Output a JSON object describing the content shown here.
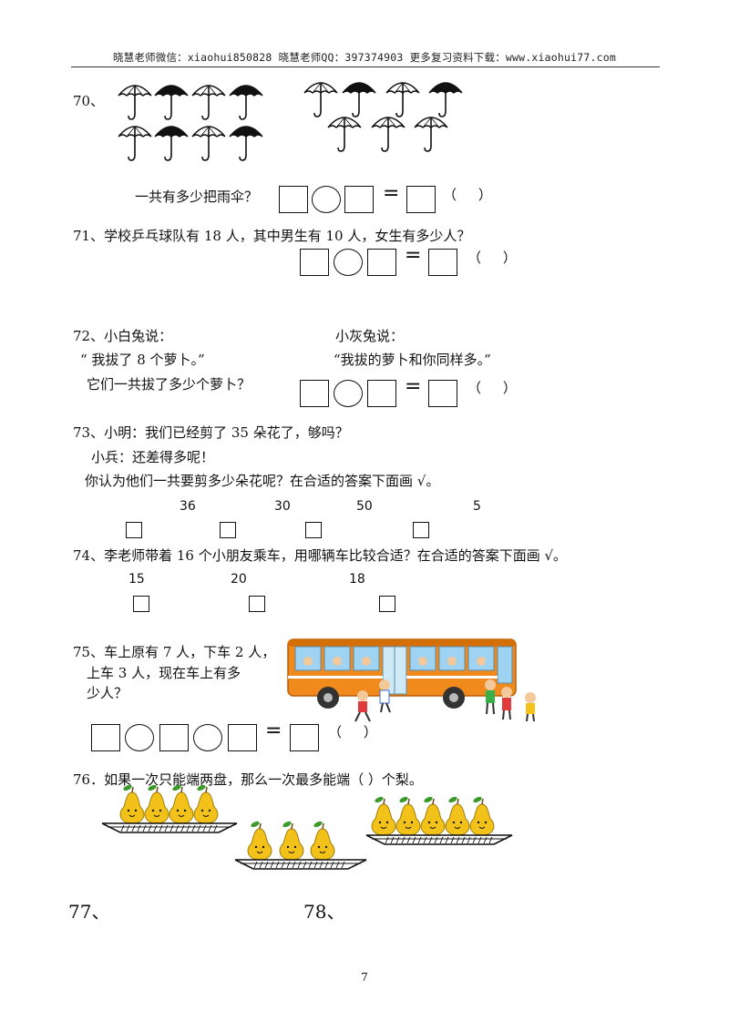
{
  "header": {
    "text": "晓慧老师微信：xiaohui850828 晓慧老师QQ：397374903 更多复习资料下载：www.xiaohui77.com"
  },
  "q70": {
    "number": "70、",
    "question": "一共有多少把雨伞？",
    "answer_paren": "（     ）"
  },
  "q71": {
    "text": "71、学校乒乓球队有 18 人，其中男生有 10 人，女生有多少人？",
    "answer_paren": "（     ）"
  },
  "q72": {
    "left_speaker": "72、小白兔说：",
    "left_quote": "“ 我拔了 8 个萝卜。”",
    "right_speaker": "小灰兔说：",
    "right_quote": "“我拔的萝卜和你同样多。”",
    "question": "它们一共拔了多少个萝卜？",
    "answer_paren": "（     ）"
  },
  "q73": {
    "line1": "73、小明：我们已经剪了 35 朵花了，够吗？",
    "line2": "小兵：还差得多呢！",
    "line3": "你认为他们一共要剪多少朵花呢？在合适的答案下面画 √。",
    "options": [
      "36",
      "30",
      "50",
      "5"
    ]
  },
  "q74": {
    "text": "74、李老师带着 16 个小朋友乘车，用哪辆车比较合适？在合适的答案下面画 √。",
    "options": [
      "15",
      "20",
      "18"
    ]
  },
  "q75": {
    "line1": "75、车上原有 7 人，下车 2 人，",
    "line2": "上车 3 人，现在车上有多",
    "line3": "少人？",
    "answer_paren": "（     ）"
  },
  "q76": {
    "text": "76．如果一次只能端两盘，那么一次最多能端（     ）个梨。"
  },
  "q77": {
    "label": "77、"
  },
  "q78": {
    "label": "78、"
  },
  "page_number": "7",
  "symbols": {
    "equals": "="
  },
  "colors": {
    "bus_body": "#f08a1c",
    "bus_window": "#9fd3f2",
    "pear": "#f2c21a",
    "leaf": "#3a9a2a"
  },
  "icons": {
    "umbrella_white": "umbrella-icon",
    "umbrella_black": "black-umbrella-icon",
    "pear": "pear-icon",
    "bus": "bus-illustration"
  }
}
